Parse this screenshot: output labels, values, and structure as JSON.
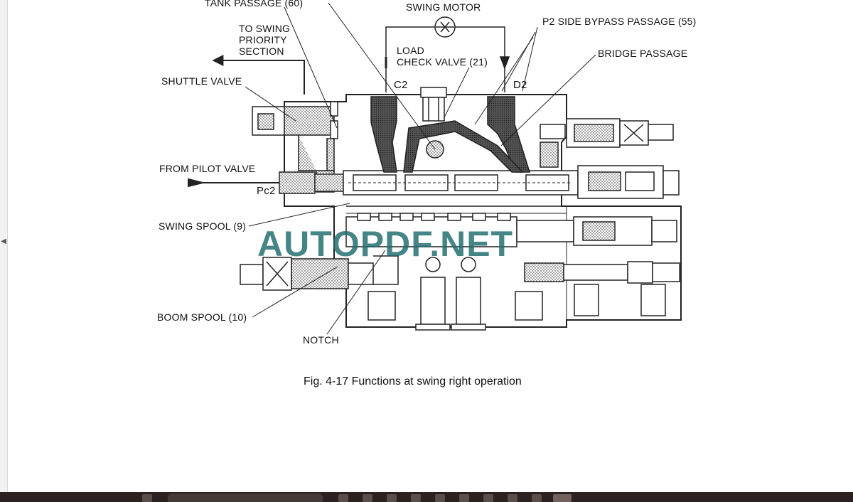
{
  "labels": {
    "tank_passage": "TANK PASSAGE (60)",
    "swing_motor": "SWING MOTOR",
    "p2_side_bypass": "P2 SIDE BYPASS PASSAGE (55)",
    "to_swing_priority_line1": "TO SWING",
    "to_swing_priority_line2": "PRIORITY",
    "to_swing_priority_line3": "SECTION",
    "load_check_line1": "LOAD",
    "load_check_line2": "CHECK VALVE (21)",
    "bridge_passage": "BRIDGE PASSAGE",
    "shuttle_valve": "SHUTTLE VALVE",
    "port_c2": "C2",
    "port_d2": "D2",
    "from_pilot_valve": "FROM PILOT VALVE",
    "port_pc2": "Pc2",
    "swing_spool": "SWING SPOOL (9)",
    "boom_spool": "BOOM SPOOL (10)",
    "notch": "NOTCH"
  },
  "caption": "Fig. 4-17 Functions at swing right operation",
  "watermark": "AUTOPDF.NET",
  "colors": {
    "page_background": "#ffffff",
    "watermark": "#1d6b6b",
    "taskbar": "#2b2120"
  },
  "icons": {
    "left_panel": "chevron-left-icon"
  }
}
